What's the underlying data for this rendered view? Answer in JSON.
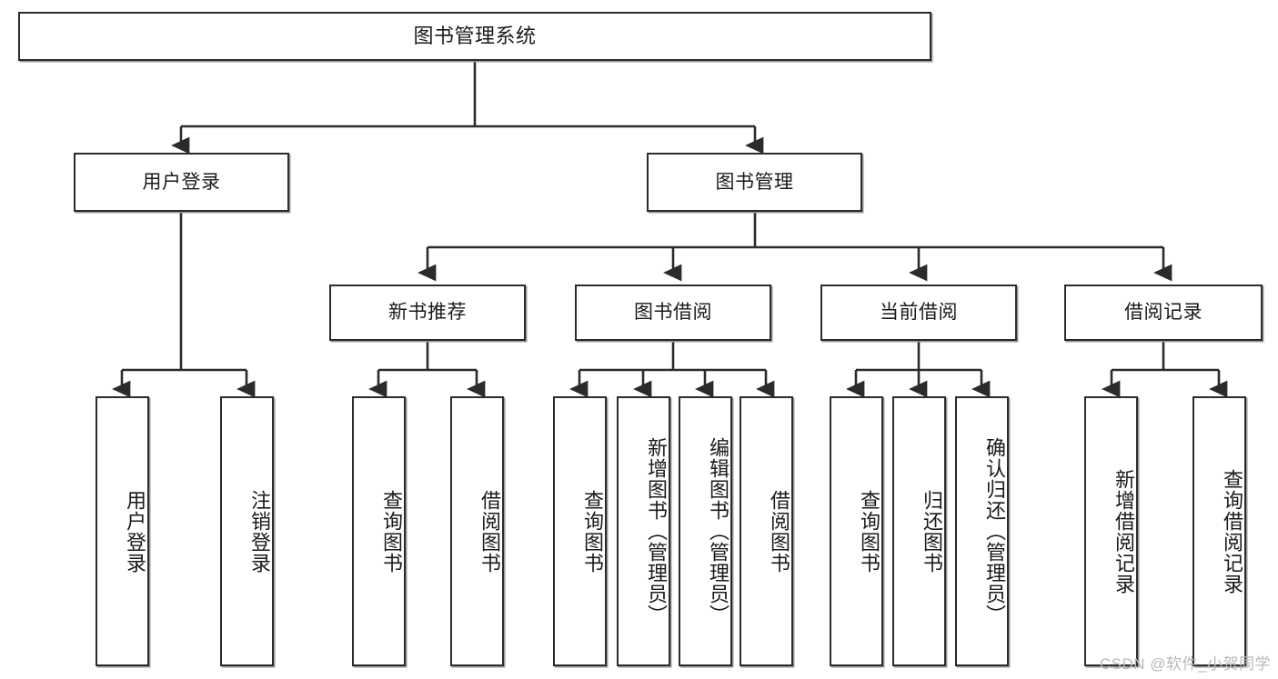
{
  "diagram": {
    "type": "tree-hierarchy",
    "title": "图书管理系统",
    "orientation": "top-down",
    "colors": {
      "box_border": "#2b2b2b",
      "box_fill": "#ffffff",
      "edge": "#2b2b2b",
      "shadow": "#9a9a9a",
      "watermark": "#b9b9b9",
      "text": "#1a1a1a"
    },
    "root": {
      "id": "root",
      "label": "图书管理系统"
    },
    "level2": [
      {
        "id": "user-login",
        "label": "用户登录"
      },
      {
        "id": "book-management",
        "label": "图书管理"
      }
    ],
    "level3": [
      {
        "id": "new-book-recommend",
        "label": "新书推荐",
        "parent": "book-management"
      },
      {
        "id": "book-borrow",
        "label": "图书借阅",
        "parent": "book-management"
      },
      {
        "id": "current-borrow",
        "label": "当前借阅",
        "parent": "book-management"
      },
      {
        "id": "borrow-record",
        "label": "借阅记录",
        "parent": "book-management"
      }
    ],
    "leaves": {
      "user_login": [
        {
          "id": "leaf-user-login",
          "label": "用户登录"
        },
        {
          "id": "leaf-logout-login",
          "label": "注销登录"
        }
      ],
      "new_book_recommend": [
        {
          "id": "leaf-query-book-1",
          "label": "查询图书"
        },
        {
          "id": "leaf-borrow-book-1",
          "label": "借阅图书"
        }
      ],
      "book_borrow": [
        {
          "id": "leaf-query-book-2",
          "label": "查询图书"
        },
        {
          "id": "leaf-add-book-admin",
          "label": "新增图书（管理员）"
        },
        {
          "id": "leaf-edit-book-admin",
          "label": "编辑图书（管理员）"
        },
        {
          "id": "leaf-borrow-book-2",
          "label": "借阅图书"
        }
      ],
      "current_borrow": [
        {
          "id": "leaf-query-book-3",
          "label": "查询图书"
        },
        {
          "id": "leaf-return-book",
          "label": "归还图书"
        },
        {
          "id": "leaf-confirm-return-admin",
          "label": "确认归还（管理员）"
        }
      ],
      "borrow_record": [
        {
          "id": "leaf-add-borrow-record",
          "label": "新增借阅记录"
        },
        {
          "id": "leaf-query-borrow-record",
          "label": "查询借阅记录"
        }
      ]
    }
  },
  "watermark": {
    "text": "CSDN @软件_小贺同学"
  }
}
